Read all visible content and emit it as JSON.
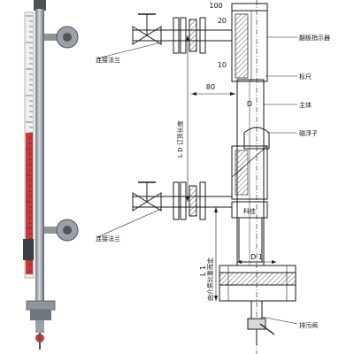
{
  "labels": {
    "flange_top": "连接法兰",
    "flange_bottom": "连接法兰",
    "flip_indicator": "翻板指示器",
    "scale": "标尺",
    "body": "主体",
    "float": "磁浮子",
    "drain_valve": "排污阀",
    "ld_label": "L D 订货长度",
    "l1_label": "由介质比重而定",
    "l1_code": "L 1",
    "d_mark": "D",
    "d1_mark": "D 1",
    "brand": "科佳",
    "dim_80": "80",
    "dim_100": "100"
  },
  "scale_ticks": [
    "10",
    "20"
  ],
  "colors": {
    "line": "#1a1a1a",
    "hatch": "#555555",
    "photo_red": "#c8383a",
    "photo_steel": "#9aa1a8",
    "photo_dark": "#3b3f44"
  }
}
